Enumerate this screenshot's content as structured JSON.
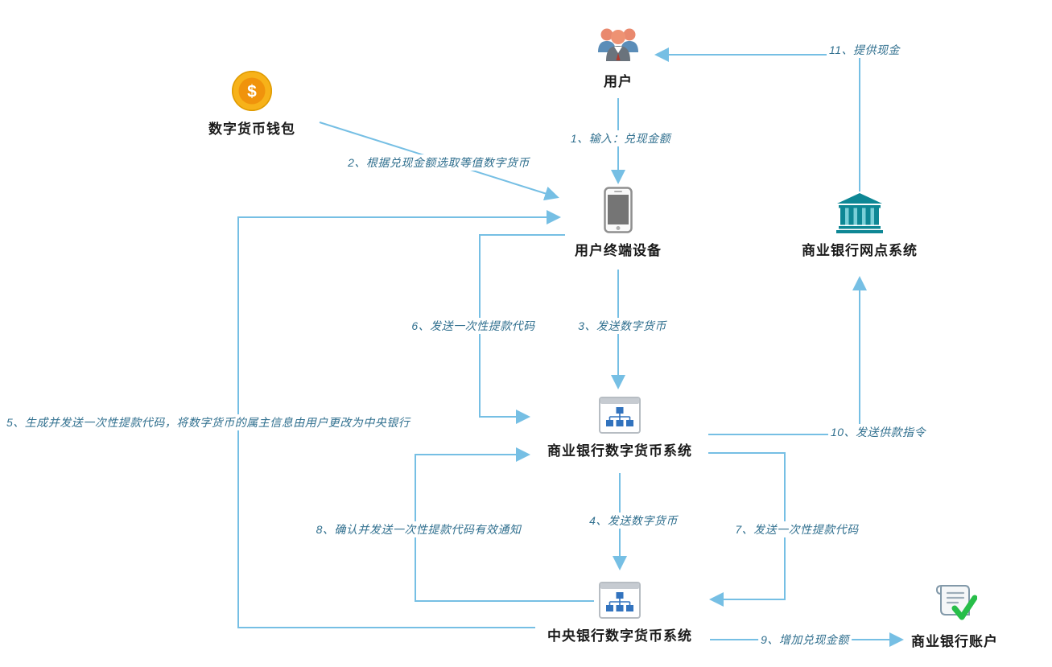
{
  "diagram": {
    "colors": {
      "arrow": "#76BFE4",
      "edge_label_text": "#31708F",
      "node_label_text": "#1A1A1A",
      "coin_gold": "#F7B219",
      "bank_teal": "#0E8795",
      "sitemap_blue": "#3273BE",
      "check_green": "#27BE49"
    },
    "nodes": [
      {
        "id": "user",
        "label": "用户",
        "icon": "users-icon"
      },
      {
        "id": "wallet",
        "label": "数字货币钱包",
        "icon": "coin-icon"
      },
      {
        "id": "terminal",
        "label": "用户终端设备",
        "icon": "smartphone-icon"
      },
      {
        "id": "branch",
        "label": "商业银行网点系统",
        "icon": "bank-icon"
      },
      {
        "id": "commercial-dc",
        "label": "商业银行数字货币系统",
        "icon": "sitemap-icon"
      },
      {
        "id": "central-dc",
        "label": "中央银行数字货币系统",
        "icon": "sitemap-icon"
      },
      {
        "id": "account",
        "label": "商业银行账户",
        "icon": "scroll-check-icon"
      }
    ],
    "edges": [
      {
        "step": "1",
        "label": "1、输入：兑现金额",
        "from": "user",
        "to": "terminal"
      },
      {
        "step": "2",
        "label": "2、根据兑现金额选取等值数字货币",
        "from": "wallet",
        "to": "terminal"
      },
      {
        "step": "3",
        "label": "3、发送数字货币",
        "from": "terminal",
        "to": "commercial-dc"
      },
      {
        "step": "4",
        "label": "4、发送数字货币",
        "from": "commercial-dc",
        "to": "central-dc"
      },
      {
        "step": "5",
        "label": "5、生成并发送一次性提款代码，将数字货币的属主信息由用户更改为中央银行",
        "from": "central-dc",
        "to": "terminal"
      },
      {
        "step": "6",
        "label": "6、发送一次性提款代码",
        "from": "terminal",
        "to": "commercial-dc"
      },
      {
        "step": "7",
        "label": "7、发送一次性提款代码",
        "from": "commercial-dc",
        "to": "central-dc"
      },
      {
        "step": "8",
        "label": "8、确认并发送一次性提款代码有效通知",
        "from": "central-dc",
        "to": "commercial-dc"
      },
      {
        "step": "9",
        "label": "9、增加兑现金额",
        "from": "central-dc",
        "to": "account"
      },
      {
        "step": "10",
        "label": "10、发送供款指令",
        "from": "commercial-dc",
        "to": "branch"
      },
      {
        "step": "11",
        "label": "11、提供现金",
        "from": "branch",
        "to": "user"
      }
    ]
  }
}
